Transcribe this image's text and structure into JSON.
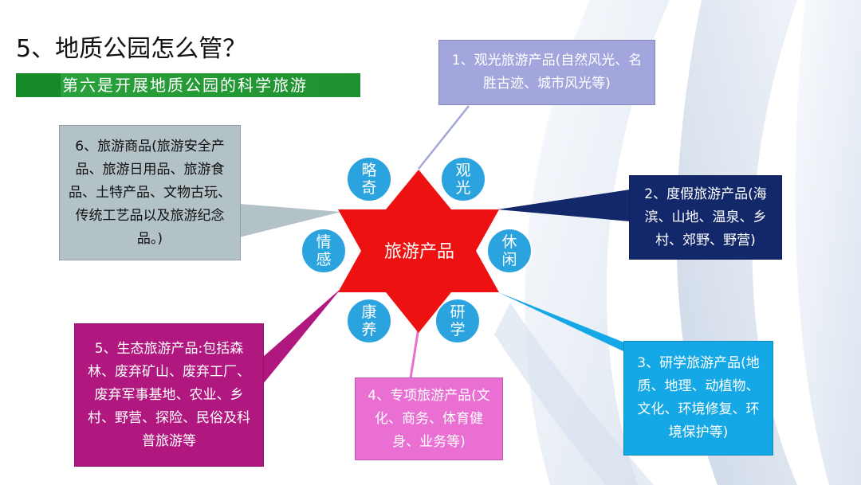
{
  "slide": {
    "title": "5、地质公园怎么管？",
    "subtitle": "第六是开展地质公园的科学旅游"
  },
  "center": {
    "label": "旅游产品",
    "color": "#ee1111"
  },
  "circles": [
    "略奇",
    "观光",
    "情感",
    "休闲",
    "康养",
    "研学"
  ],
  "callouts": [
    {
      "text": "1、观光旅游产品(自然风光、名胜古迹、城市风光等)",
      "bg": "#a3a6dd",
      "fg": "#ffffff"
    },
    {
      "text": "2、度假旅游产品(海滨、山地、温泉、乡村、郊野、野营)",
      "bg": "#12286b",
      "fg": "#ffffff"
    },
    {
      "text": "3、研学旅游产品(地质、地理、动植物、文化、环境修复、环境保护等)",
      "bg": "#14a8e6",
      "fg": "#ffffff"
    },
    {
      "text": "4、专项旅游产品(文化、商务、体育健身、业务等)",
      "bg": "#ea6fd3",
      "fg": "#ffffff"
    },
    {
      "text": "5、生态旅游产品:包括森林、废弃矿山、废弃工厂、废弃军事基地、农业、乡村、野营、探险、民俗及科普旅游等",
      "bg": "#b1187f",
      "fg": "#ffffff"
    },
    {
      "text": "6、旅游商品(旅游安全产品、旅游日用品、旅游食品、土特产品、文物古玩、传统工艺品以及旅游纪念品。)",
      "bg": "#b3c2c6",
      "fg": "#111111"
    }
  ]
}
